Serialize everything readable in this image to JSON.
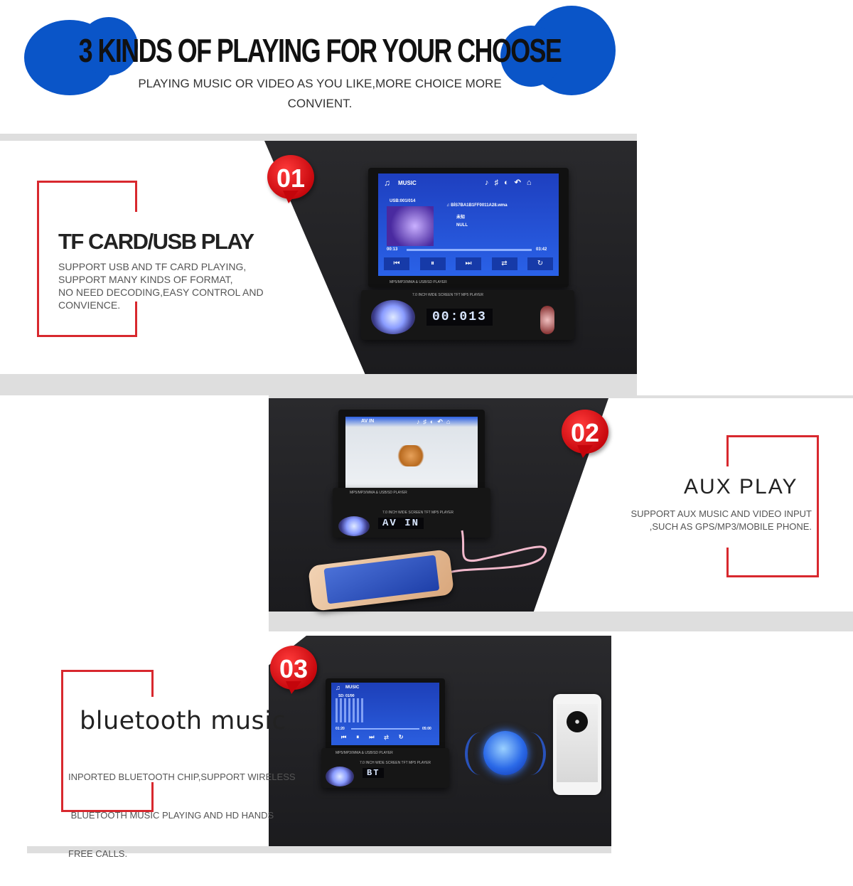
{
  "header": {
    "title": "3 KINDS OF PLAYING FOR YOUR CHOOSE",
    "subtitle_line1": "PLAYING MUSIC OR VIDEO AS YOU LIKE,MORE CHOICE MORE",
    "subtitle_line2": "CONVIENT."
  },
  "features": [
    {
      "number": "01",
      "title": "TF CARD/USB PLAY",
      "description": [
        "SUPPORT USB AND TF CARD PLAYING,",
        "SUPPORT MANY KINDS OF FORMAT,",
        "NO NEED DECODING,EASY CONTROL AND",
        "CONVIENCE."
      ],
      "screen": {
        "app_label": "MUSIC",
        "track_count": "USB:001/014",
        "file_name": "♫ BİS7BA1B1FF0011A28.wma",
        "artist": "未知",
        "album": "NULL",
        "time_elapsed": "00:13",
        "time_total": "03:42",
        "format_label": "MP5/MP3/WMA & USB/SD PLAYER",
        "panel_label": "7.0 INCH WIDE SCREEN TFT MP5 PLAYER",
        "lcd": "00:013"
      }
    },
    {
      "number": "02",
      "title": "AUX PLAY",
      "description": [
        "SUPPORT AUX MUSIC AND VIDEO INPUT",
        ",SUCH AS GPS/MP3/MOBILE PHONE."
      ],
      "screen": {
        "app_label": "AV IN",
        "format_label": "MP5/MP3/WMA & USB/SD PLAYER",
        "panel_label": "7.0 INCH WIDE SCREEN TFT MP5 PLAYER",
        "lcd": "AV IN"
      }
    },
    {
      "number": "03",
      "title": "bluetooth music",
      "description": [
        "INPORTED BLUETOOTH CHIP,SUPPORT WIRELESS",
        " BLUETOOTH MUSIC PLAYING AND HD HANDS",
        "FREE CALLS."
      ],
      "screen": {
        "app_label": "MUSIC",
        "track_count": "SD: 01/90",
        "time_elapsed": "01:20",
        "time_total": "05:00",
        "format_label": "MP5/MP3/WMA & USB/SD PLAYER",
        "panel_label": "7.0 INCH WIDE SCREEN TFT MP5 PLAYER",
        "lcd": "BT"
      }
    }
  ],
  "colors": {
    "blob_blue": "#0a55c8",
    "accent_red": "#d8282e",
    "panel_dark": "#1f1f22",
    "band_grey": "#dedede"
  }
}
